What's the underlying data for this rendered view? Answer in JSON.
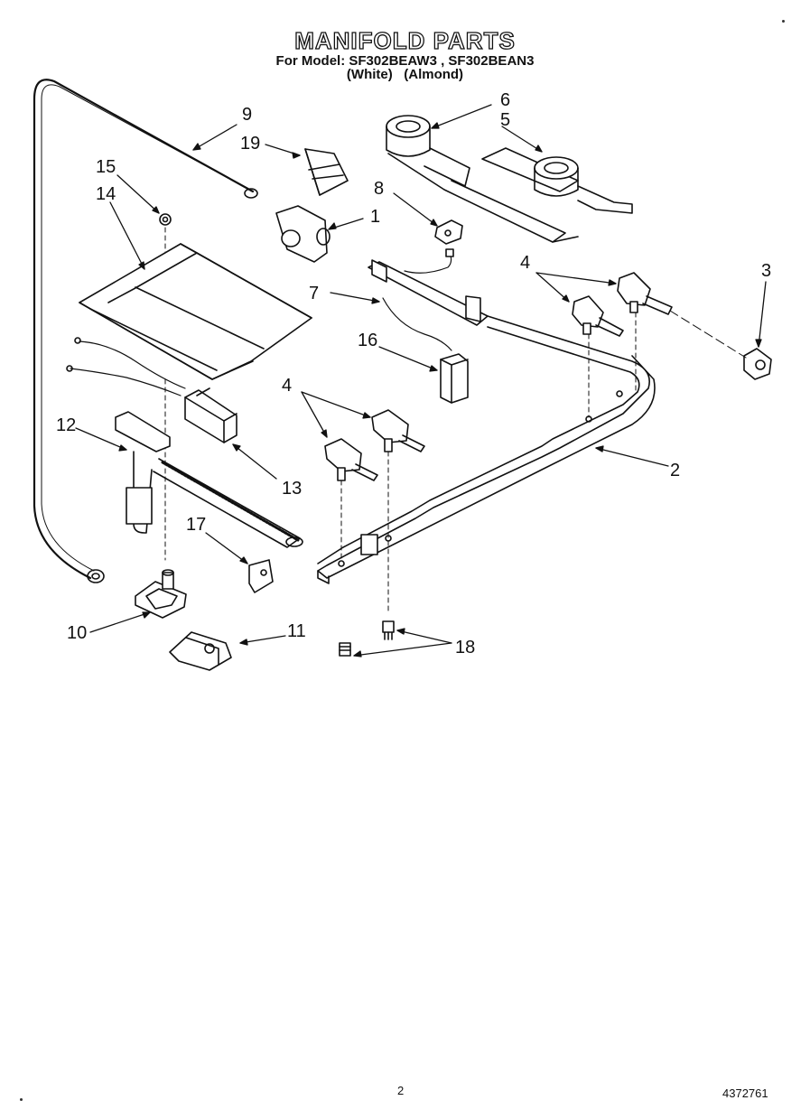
{
  "header": {
    "title": "MANIFOLD PARTS",
    "model_line": "For Model: SF302BEAW3 , SF302BEAN3",
    "color_line": "(White)   (Almond)"
  },
  "callouts": [
    "9",
    "19",
    "15",
    "14",
    "8",
    "1",
    "6",
    "5",
    "4",
    "3",
    "7",
    "16",
    "4",
    "12",
    "13",
    "2",
    "17",
    "10",
    "11",
    "18"
  ],
  "footer": {
    "page_number": "2",
    "document_number": "4372761"
  }
}
